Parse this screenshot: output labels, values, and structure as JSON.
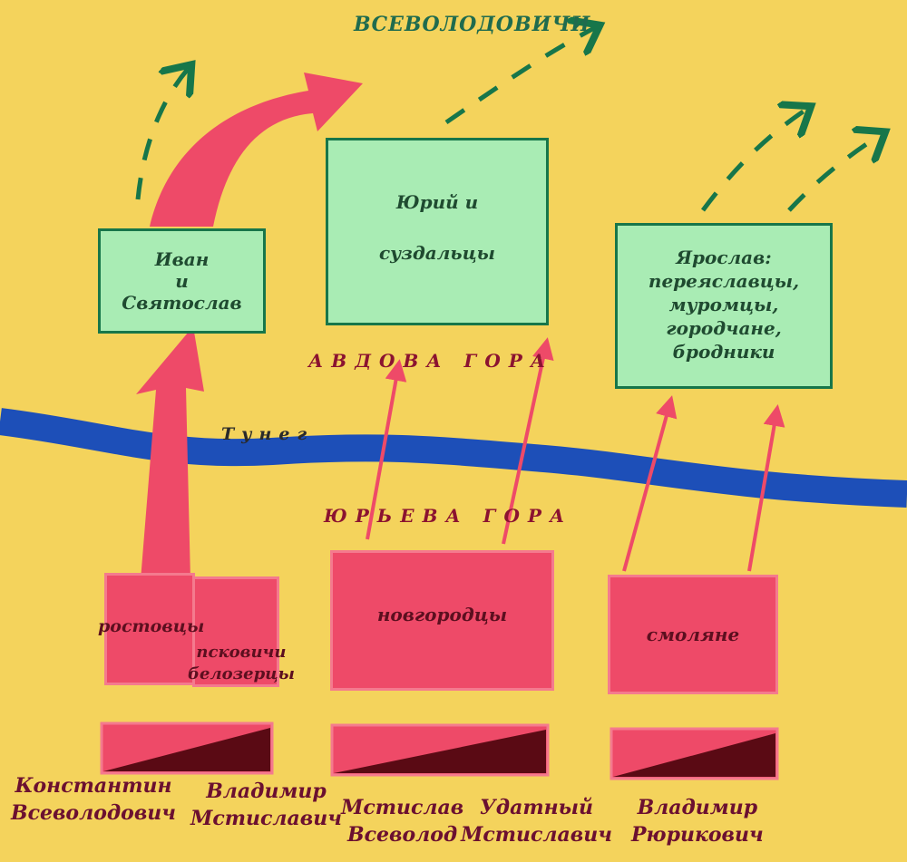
{
  "title": "ВСЕВОЛОДОВИЧИ",
  "river_label": "Тунег",
  "places": {
    "avdova": "АВДОВА ГОРА",
    "yurieva": "ЮРЬЕВА ГОРА"
  },
  "green_boxes": {
    "ivan": [
      "Иван",
      "и",
      "Святослав"
    ],
    "yuri": [
      "Юрий и",
      "суздальцы"
    ],
    "yaroslav": [
      "Ярослав:",
      "переяславцы,",
      "муромцы,",
      "городчане,",
      "бродники"
    ]
  },
  "red_boxes": {
    "rostovtsy": "ростовцы",
    "pskovichi": [
      "псковичи",
      "белозерцы"
    ],
    "novgorodtsy": "новгородцы",
    "smolyane": "смоляне"
  },
  "commanders": {
    "konstantin": [
      "Константин",
      "Всеволодович"
    ],
    "vladimir_m": [
      "Владимир",
      "Мстиславич"
    ],
    "mstislav": [
      "Мстислав",
      "Всеволод"
    ],
    "udatny": [
      "Удатный",
      "Мстиславич"
    ],
    "vladimir_r": [
      "Владимир",
      "Рюрикович"
    ]
  },
  "colors": {
    "background": "#f4d35c",
    "river": "#1d4fb8",
    "green_fill": "#a9ecb4",
    "green_border": "#17764a",
    "red_fill": "#ee4a68",
    "arrow_red": "#ee4a68",
    "retreat_arrows": "#17764a",
    "dark_wedge": "#5a0a14"
  }
}
